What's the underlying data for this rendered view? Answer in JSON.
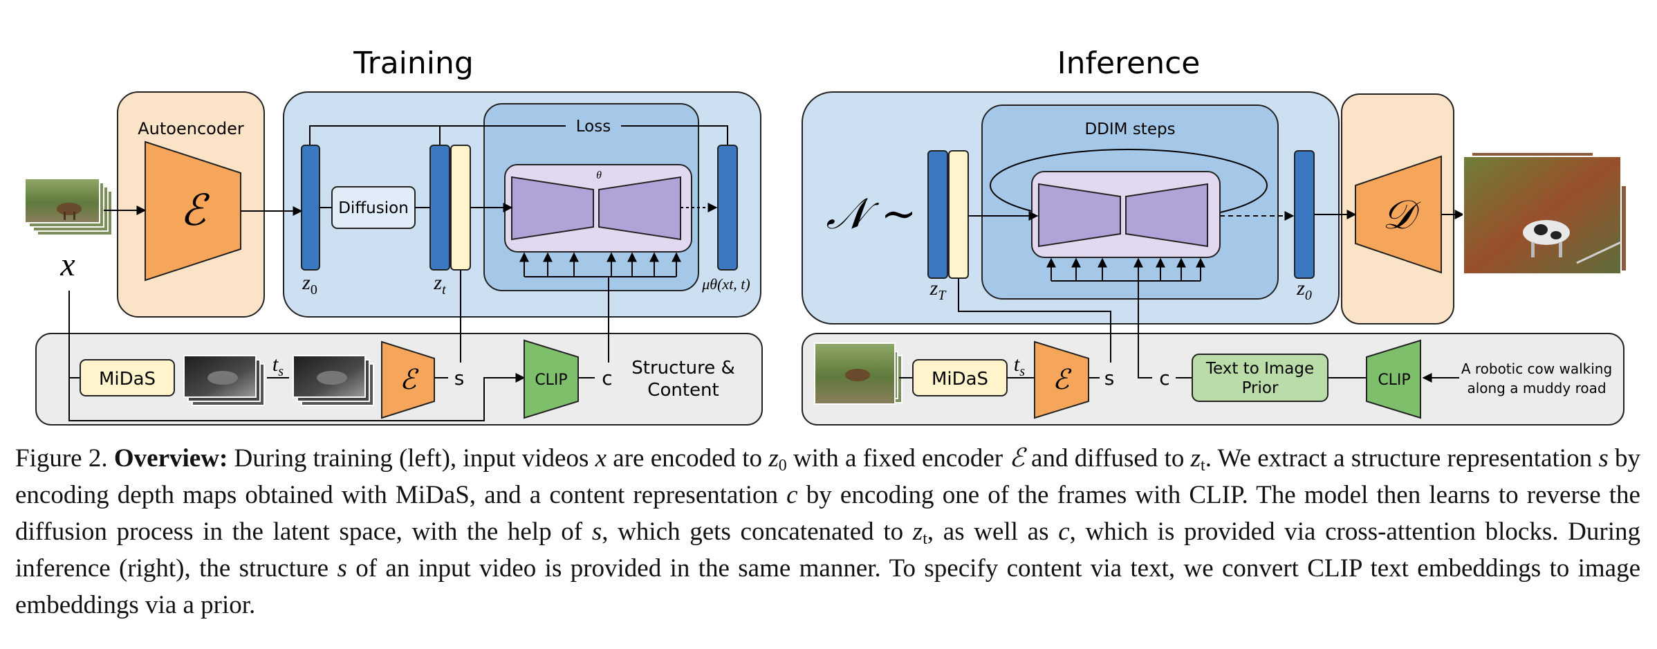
{
  "figure": {
    "training": {
      "title": "Training",
      "autoencoder_label": "Autoencoder",
      "encoder_symbol": "ℰ",
      "diffusion_label": "Diffusion",
      "loss_label": "Loss",
      "theta_label": "θ",
      "input_symbol": "x",
      "z0_main": "z",
      "z0_sub": "0",
      "zt_main": "z",
      "zt_sub": "t",
      "mu_label": "μθ(xt, t)",
      "midas_label": "MiDaS",
      "ts_main": "t",
      "ts_sub": "s",
      "s_label": "s",
      "clip_label": "CLIP",
      "c_label": "c",
      "structure_content_line1": "Structure &",
      "structure_content_line2": "Content"
    },
    "inference": {
      "title": "Inference",
      "ddim_label": "DDIM steps",
      "noise_label": "𝒩 ∼",
      "zT_main": "z",
      "zT_sub": "T",
      "z0_main": "z",
      "z0_sub": "0",
      "decoder_symbol": "𝒟",
      "midas_label": "MiDaS",
      "ts_main": "t",
      "ts_sub": "s",
      "encoder_symbol": "ℰ",
      "s_label": "s",
      "c_label": "c",
      "prior_line1": "Text to Image",
      "prior_line2": "Prior",
      "clip_label": "CLIP",
      "prompt_line1": "A robotic cow walking",
      "prompt_line2": "along a muddy road"
    },
    "colors": {
      "autoencoder_bg": "#fbe3c8",
      "diffusion_bg": "#cde0f2",
      "loss_bg": "#a6c8e8",
      "unet_bg": "#e2d9f0",
      "unet_fill": "#b0a3d8",
      "latent_blue": "#3a78c2",
      "cond_yellow": "#fff4cc",
      "encoder_orange": "#f5a65a",
      "clip_green": "#7dbf6a",
      "prior_green": "#b9dca8",
      "bottom_bg": "#ececec"
    }
  },
  "caption": {
    "label": "Figure 2.",
    "heading": "Overview:",
    "segments": [
      " During training (left), input videos ",
      "x",
      " are encoded to ",
      "z",
      "0",
      " with a fixed encoder ",
      "ℰ",
      " and diffused to ",
      "z",
      "t",
      ". We extract a structure representation ",
      "s",
      " by encoding depth maps obtained with MiDaS, and a content representation ",
      "c",
      " by encoding one of the frames with CLIP. The model then learns to reverse the diffusion process in the latent space, with the help of ",
      "s",
      ", which gets concatenated to ",
      "z",
      "t",
      ", as well as ",
      "c",
      ", which is provided via cross-attention blocks. During inference (right), the structure ",
      "s",
      " of an input video is provided in the same manner. To specify content via text, we convert CLIP text embeddings to image embeddings via a prior."
    ]
  }
}
